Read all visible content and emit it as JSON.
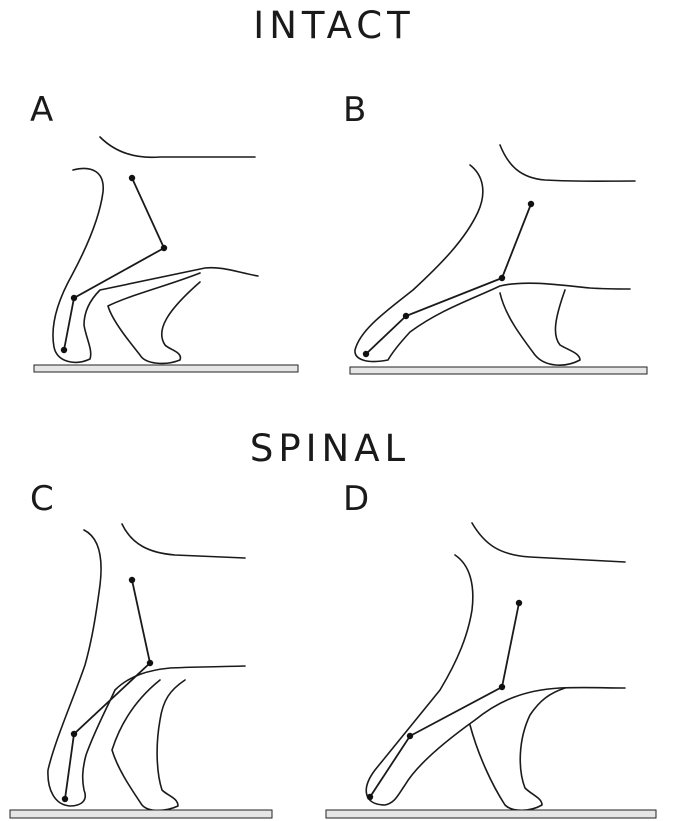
{
  "headings": {
    "intact": "INTACT",
    "spinal": "SPINAL"
  },
  "panels": [
    {
      "id": "A",
      "label": "A",
      "group": "intact"
    },
    {
      "id": "B",
      "label": "B",
      "group": "intact"
    },
    {
      "id": "C",
      "label": "C",
      "group": "spinal"
    },
    {
      "id": "D",
      "label": "D",
      "group": "spinal"
    }
  ]
}
